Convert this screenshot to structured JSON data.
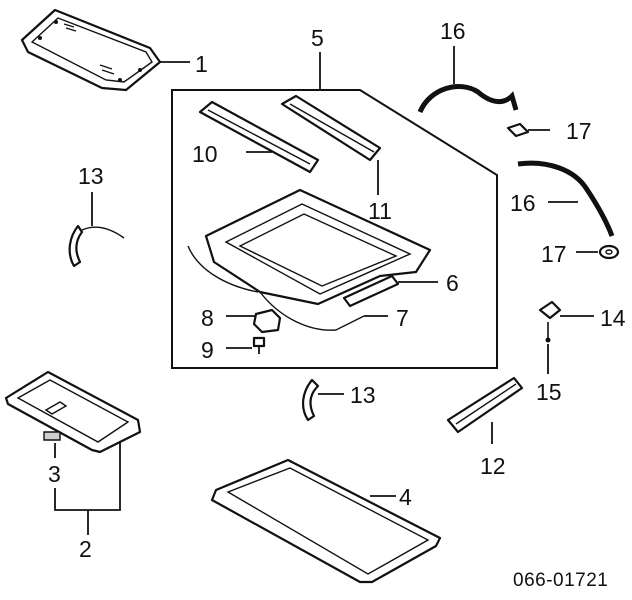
{
  "diagram": {
    "callouts": [
      "1",
      "2",
      "3",
      "4",
      "5",
      "6",
      "7",
      "8",
      "9",
      "10",
      "11",
      "12",
      "13",
      "13",
      "14",
      "15",
      "16",
      "16",
      "17",
      "17"
    ],
    "diagram_code": "066-01721"
  }
}
